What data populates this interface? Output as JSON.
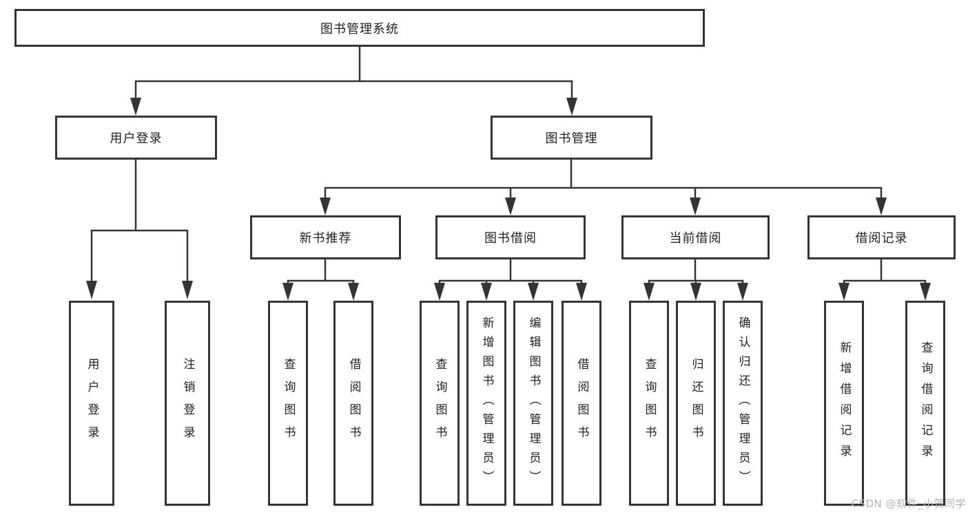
{
  "tree": {
    "root": {
      "label": "图书管理系统"
    },
    "branches": [
      {
        "label": "用户登录",
        "leaves": [
          "用户登录",
          "注销登录"
        ]
      },
      {
        "label": "图书管理",
        "groups": [
          {
            "label": "新书推荐",
            "leaves": [
              "查询图书",
              "借阅图书"
            ]
          },
          {
            "label": "图书借阅",
            "leaves": [
              "查询图书",
              "新增图书（管理员）",
              "编辑图书（管理员）",
              "借阅图书"
            ]
          },
          {
            "label": "当前借阅",
            "leaves": [
              "查询图书",
              "归还图书",
              "确认归还（管理员）"
            ]
          },
          {
            "label": "借阅记录",
            "leaves": [
              "新增借阅记录",
              "查询借阅记录"
            ]
          }
        ]
      }
    ]
  },
  "watermark": {
    "text": "CSDN @软件_小贺同学"
  },
  "colors": {
    "line": "#343434",
    "box_border": "#343434",
    "text": "#212121",
    "watermark": "#b3b3b3",
    "background": "#ffffff"
  }
}
